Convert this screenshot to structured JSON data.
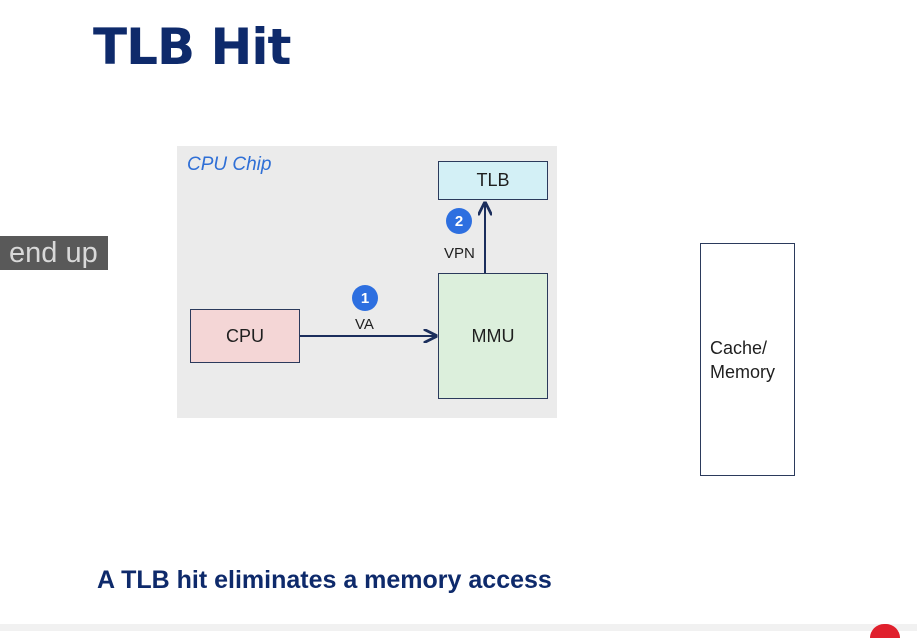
{
  "slide": {
    "title": "TLB Hit",
    "caption_overlay": "end up",
    "bottom_text": "A TLB hit eliminates a memory access"
  },
  "diagram": {
    "chip_label": "CPU Chip",
    "cpu_label": "CPU",
    "mmu_label": "MMU",
    "tlb_label": "TLB",
    "memory_label_line1": "Cache/",
    "memory_label_line2": "Memory",
    "edges": [
      {
        "from": "CPU",
        "to": "MMU",
        "label": "VA",
        "step": "1"
      },
      {
        "from": "MMU",
        "to": "TLB",
        "label": "VPN",
        "step": "2"
      }
    ]
  },
  "colors": {
    "title": "#0e2a6b",
    "chip_bg": "#ebebeb",
    "chip_label": "#2f6fd6",
    "cpu_fill": "#f4d6d6",
    "mmu_fill": "#dcefdc",
    "tlb_fill": "#d3f0f6",
    "step_badge": "#2d6fe0",
    "arrow": "#1b2e5c"
  }
}
